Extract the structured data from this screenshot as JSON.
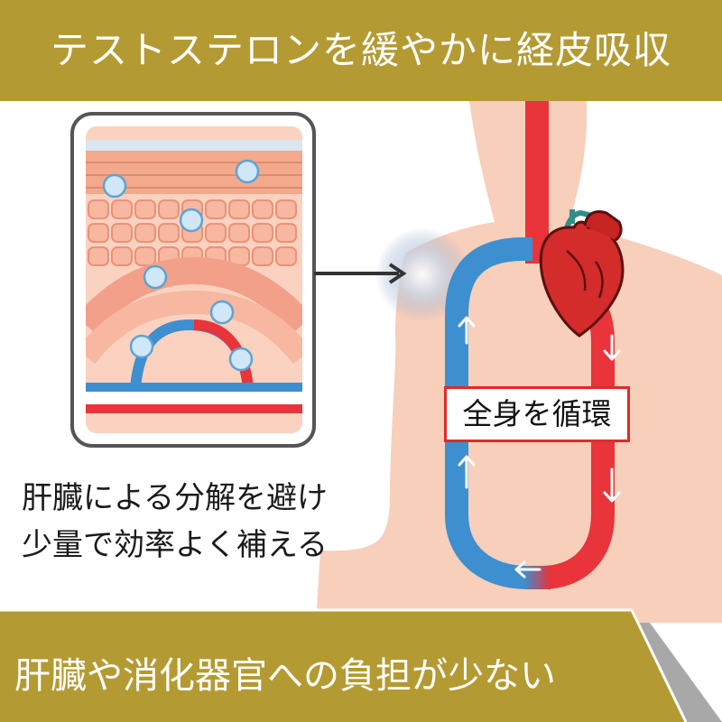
{
  "header": {
    "title": "テストステロンを緩やかに経皮吸収"
  },
  "diagram": {
    "cycle_label": "全身を循環"
  },
  "benefit": {
    "line1": "肝臓による分解を避け",
    "line2": "少量で効率よく補える"
  },
  "footer": {
    "title": "肝臓や消化器官への負担が少ない"
  },
  "colors": {
    "gold": "#b49a32",
    "artery_red": "#e8343a",
    "vein_blue": "#3d8fd0",
    "skin": "#f7cfba"
  },
  "icons": [
    "heart-icon",
    "arrow-icon"
  ]
}
